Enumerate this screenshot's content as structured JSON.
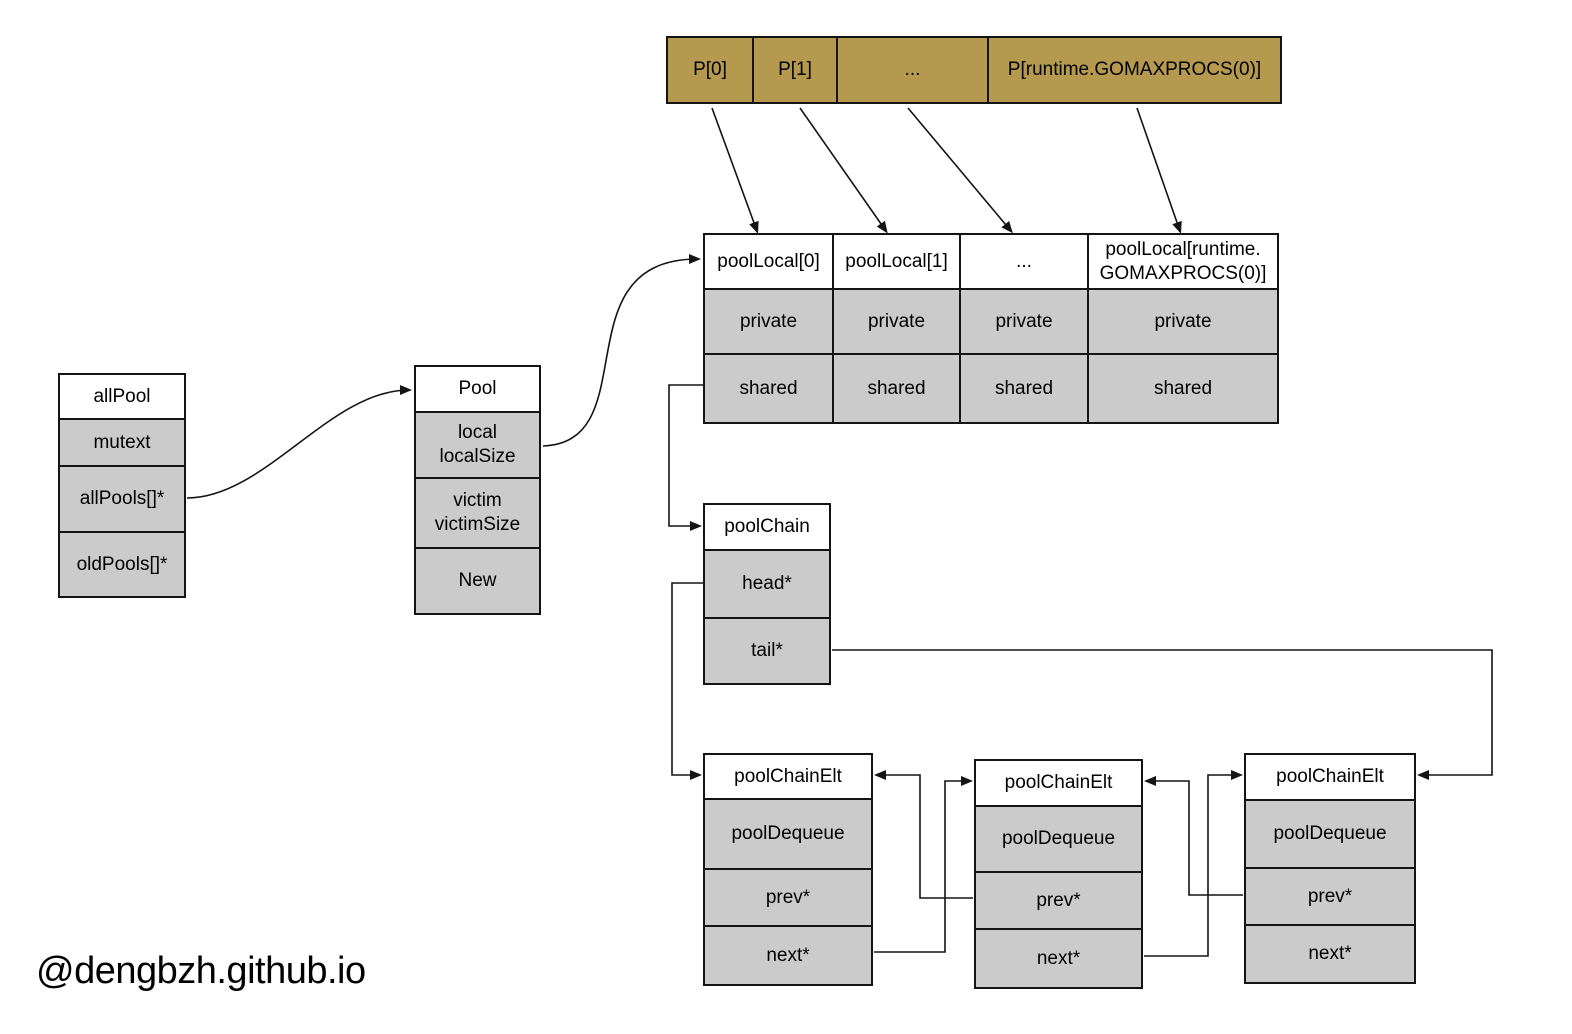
{
  "diagram": {
    "watermark": "@dengbzh.github.io"
  },
  "colors": {
    "gold": "#b5994e",
    "cell_gray": "#cbcbcb",
    "header_white": "#ffffff",
    "line": "#141414"
  },
  "p_array": {
    "cells": [
      "P[0]",
      "P[1]",
      "...",
      "P[runtime.GOMAXPROCS(0)]"
    ]
  },
  "pool_local": {
    "headers": [
      "poolLocal[0]",
      "poolLocal[1]",
      "...",
      "poolLocal[runtime.\nGOMAXPROCS(0)]"
    ],
    "rows": [
      [
        "private",
        "private",
        "private",
        "private"
      ],
      [
        "shared",
        "shared",
        "shared",
        "shared"
      ]
    ]
  },
  "all_pool": {
    "title": "allPool",
    "fields": [
      "mutext",
      "allPools[]*",
      "oldPools[]*"
    ]
  },
  "pool": {
    "title": "Pool",
    "fields": [
      "local\nlocalSize",
      "victim\nvictimSize",
      "New"
    ]
  },
  "pool_chain": {
    "title": "poolChain",
    "fields": [
      "head*",
      "tail*"
    ]
  },
  "elts": [
    {
      "title": "poolChainElt",
      "fields": [
        "poolDequeue",
        "prev*",
        "next*"
      ]
    },
    {
      "title": "poolChainElt",
      "fields": [
        "poolDequeue",
        "prev*",
        "next*"
      ]
    },
    {
      "title": "poolChainElt",
      "fields": [
        "poolDequeue",
        "prev*",
        "next*"
      ]
    }
  ]
}
